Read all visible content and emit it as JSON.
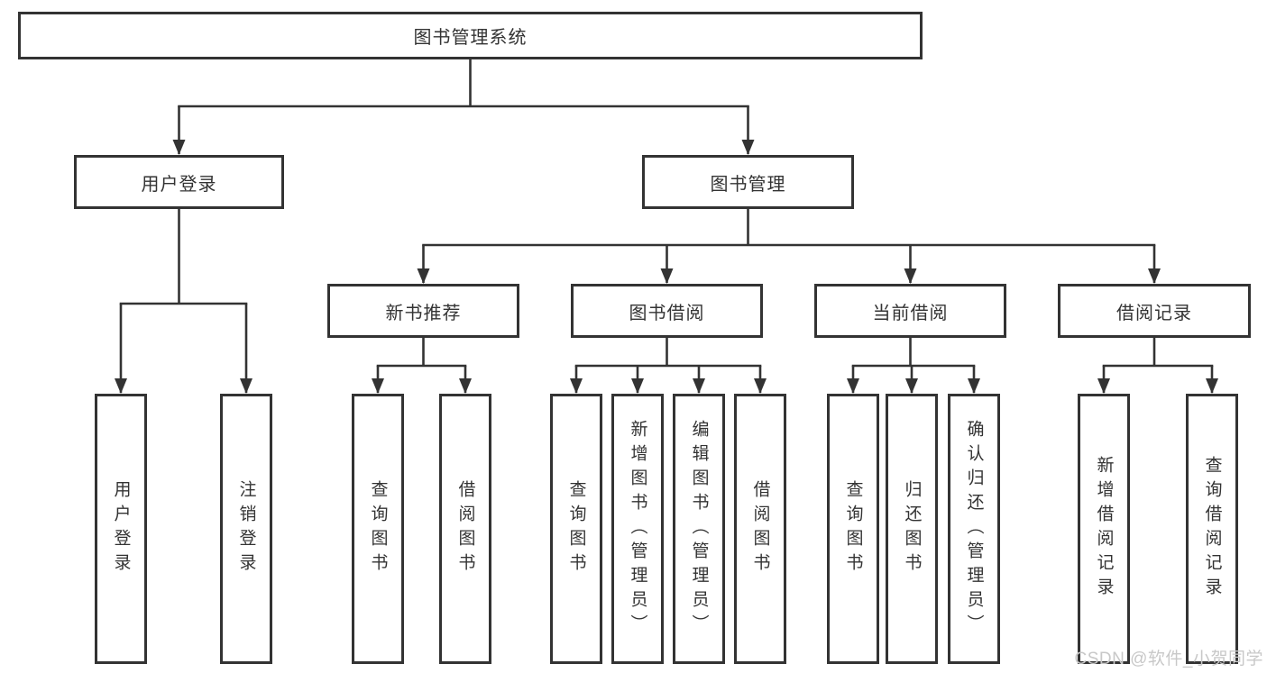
{
  "diagram": {
    "root": "图书管理系统",
    "level2": [
      "用户登录",
      "图书管理"
    ],
    "level3": [
      "新书推荐",
      "图书借阅",
      "当前借阅",
      "借阅记录"
    ],
    "leaves": {
      "user_login": [
        "用户登录",
        "注销登录"
      ],
      "new_book_recommend": [
        "查询图书",
        "借阅图书"
      ],
      "book_borrow": [
        "查询图书",
        "新增图书（管理员）",
        "编辑图书（管理员）",
        "借阅图书"
      ],
      "current_borrow": [
        "查询图书",
        "归还图书",
        "确认归还（管理员）"
      ],
      "borrow_records": [
        "新增借阅记录",
        "查询借阅记录"
      ]
    }
  },
  "watermark": "CSDN @软件_小贺同学",
  "colors": {
    "line": "#333333",
    "box_border": "#333333",
    "text": "#333333",
    "watermark": "#c8c8c8",
    "background": "#ffffff"
  }
}
